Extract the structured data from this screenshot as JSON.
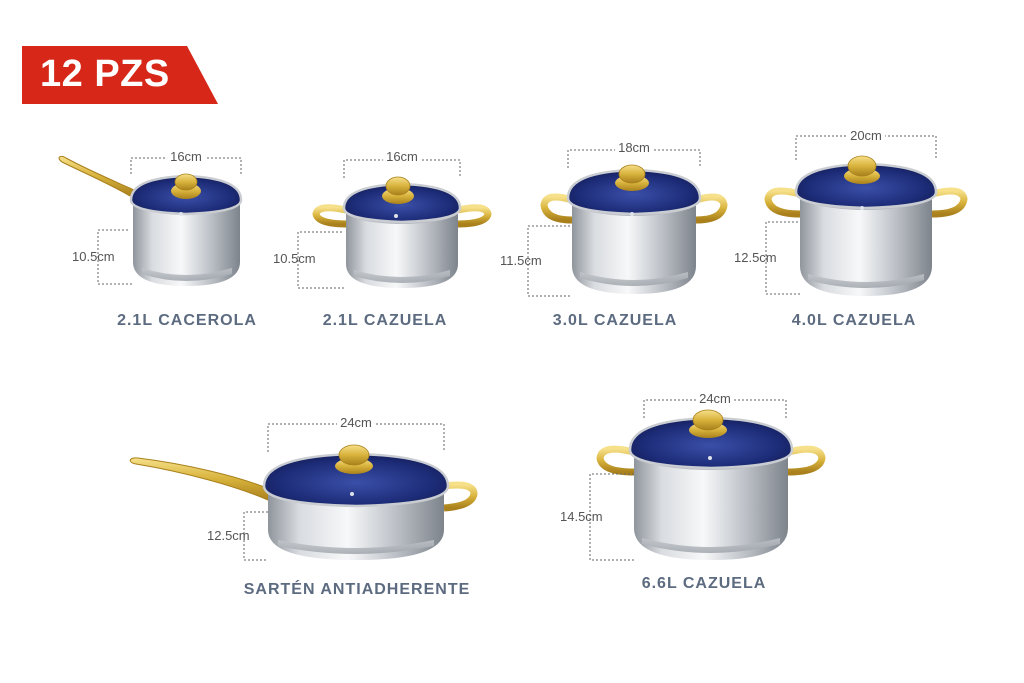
{
  "badge": {
    "text": "12 PZS",
    "color": "#d62718"
  },
  "colors": {
    "label_text": "#5c6b80",
    "glass": "#1f2f7a",
    "gold": "#d8b33c",
    "steel": "#c9ccd1"
  },
  "products": [
    {
      "name": "2.1L CACEROLA",
      "width": "16cm",
      "height": "10.5cm",
      "icon": "saucepan-icon"
    },
    {
      "name": "2.1L CAZUELA",
      "width": "16cm",
      "height": "10.5cm",
      "icon": "pot-icon"
    },
    {
      "name": "3.0L CAZUELA",
      "width": "18cm",
      "height": "11.5cm",
      "icon": "pot-icon"
    },
    {
      "name": "4.0L CAZUELA",
      "width": "20cm",
      "height": "12.5cm",
      "icon": "pot-icon"
    },
    {
      "name": "SARTÉN ANTIADHERENTE",
      "width": "24cm",
      "height": "12.5cm",
      "icon": "saute-pan-icon"
    },
    {
      "name": "6.6L CAZUELA",
      "width": "24cm",
      "height": "14.5cm",
      "icon": "pot-icon"
    }
  ]
}
